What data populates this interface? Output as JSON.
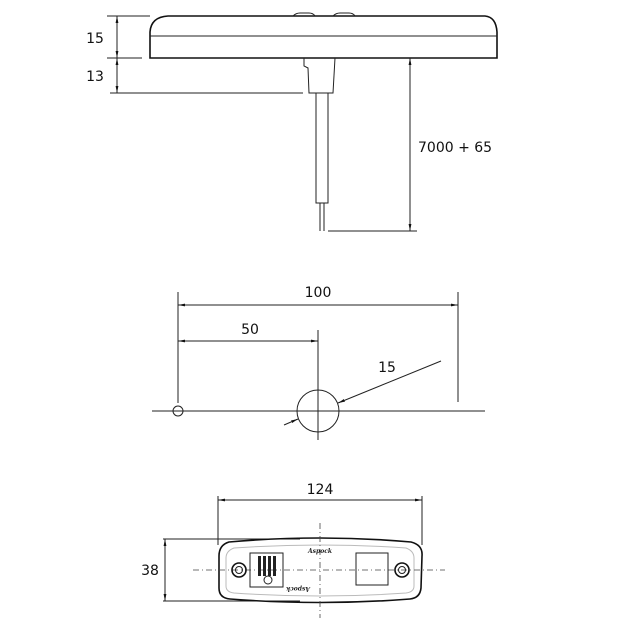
{
  "drawing": {
    "side_view": {
      "dim_body_height": "15",
      "dim_connector_height": "13",
      "dim_cable_length": "7000 + 65"
    },
    "mounting_holes": {
      "dim_total_spacing": "100",
      "dim_center_offset": "50",
      "dim_hole_diameter": "15"
    },
    "top_view": {
      "dim_width": "124",
      "dim_height": "38"
    },
    "colors": {
      "line": "#222222",
      "background": "#ffffff"
    }
  }
}
